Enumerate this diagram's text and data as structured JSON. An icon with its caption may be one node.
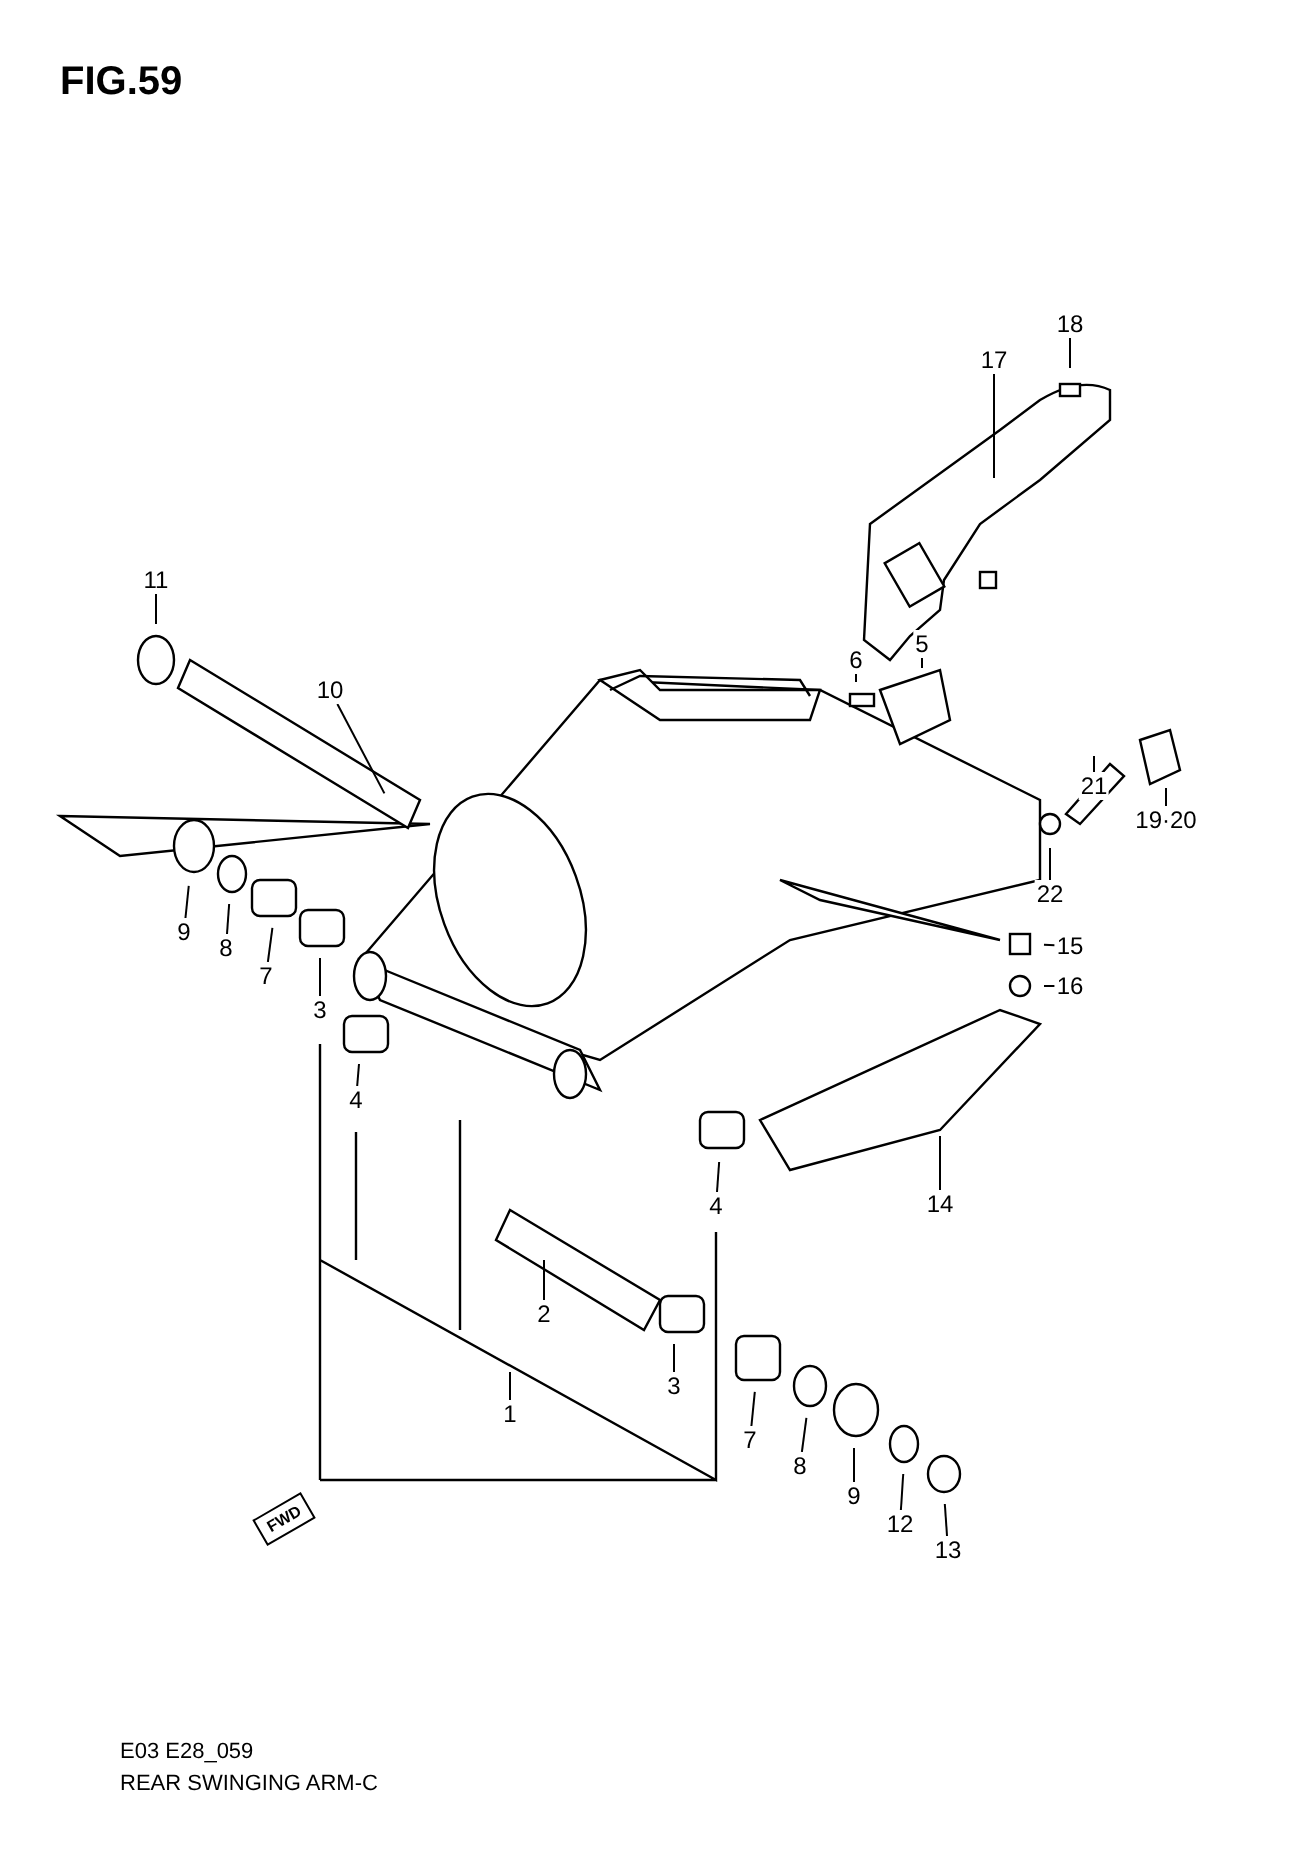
{
  "diagram": {
    "title": "FIG.59",
    "caption": "REAR SWINGING ARM-C",
    "nodes": [
      {
        "text": [
          "18"
        ]
      },
      {
        "text": [
          "17"
        ]
      },
      {
        "text": [
          "11"
        ]
      },
      {
        "text": [
          "6"
        ]
      },
      {
        "text": [
          "5"
        ]
      },
      {
        "text": [
          "10"
        ]
      },
      {
        "text": [
          "19·20"
        ]
      },
      {
        "text": [
          "21"
        ]
      },
      {
        "text": [
          "22"
        ]
      },
      {
        "text": [
          "9"
        ]
      },
      {
        "text": [
          "8"
        ]
      },
      {
        "text": [
          "7"
        ]
      },
      {
        "text": [
          "3"
        ]
      },
      {
        "text": [
          "15"
        ]
      },
      {
        "text": [
          "16"
        ]
      },
      {
        "text": [
          "4"
        ]
      },
      {
        "text": [
          "4"
        ]
      },
      {
        "text": [
          "14"
        ]
      },
      {
        "text": [
          "2"
        ]
      },
      {
        "text": [
          "3"
        ]
      },
      {
        "text": [
          "1"
        ]
      },
      {
        "text": [
          "7"
        ]
      },
      {
        "text": [
          "8"
        ]
      },
      {
        "text": [
          "9"
        ]
      },
      {
        "text": [
          "12"
        ]
      },
      {
        "text": [
          "13"
        ]
      }
    ],
    "edges": [
      {
        "from": 0,
        "to": null,
        "arrow": "none"
      },
      {
        "from": 1,
        "to": null,
        "arrow": "none"
      },
      {
        "from": 2,
        "to": null,
        "arrow": "none"
      },
      {
        "from": 3,
        "to": null,
        "arrow": "none"
      },
      {
        "from": 4,
        "to": null,
        "arrow": "none"
      },
      {
        "from": 5,
        "to": null,
        "arrow": "none"
      },
      {
        "from": 6,
        "to": null,
        "arrow": "none"
      },
      {
        "from": 7,
        "to": null,
        "arrow": "none"
      },
      {
        "from": 8,
        "to": null,
        "arrow": "none"
      },
      {
        "from": 9,
        "to": null,
        "arrow": "none"
      },
      {
        "from": 10,
        "to": null,
        "arrow": "none"
      },
      {
        "from": 11,
        "to": null,
        "arrow": "none"
      },
      {
        "from": 12,
        "to": null,
        "arrow": "none"
      },
      {
        "from": 13,
        "to": null,
        "arrow": "none"
      },
      {
        "from": 14,
        "to": null,
        "arrow": "none"
      },
      {
        "from": 15,
        "to": null,
        "arrow": "none"
      },
      {
        "from": 16,
        "to": null,
        "arrow": "none"
      },
      {
        "from": 17,
        "to": null,
        "arrow": "none"
      },
      {
        "from": 18,
        "to": null,
        "arrow": "none"
      },
      {
        "from": 19,
        "to": null,
        "arrow": "none"
      },
      {
        "from": 20,
        "to": null,
        "arrow": "none"
      },
      {
        "from": 21,
        "to": null,
        "arrow": "none"
      },
      {
        "from": 22,
        "to": null,
        "arrow": "none"
      },
      {
        "from": 23,
        "to": null,
        "arrow": "none"
      },
      {
        "from": 24,
        "to": null,
        "arrow": "none"
      },
      {
        "from": 25,
        "to": null,
        "arrow": "none"
      }
    ],
    "labels": [
      "FWD",
      "E03 E28_059"
    ]
  }
}
